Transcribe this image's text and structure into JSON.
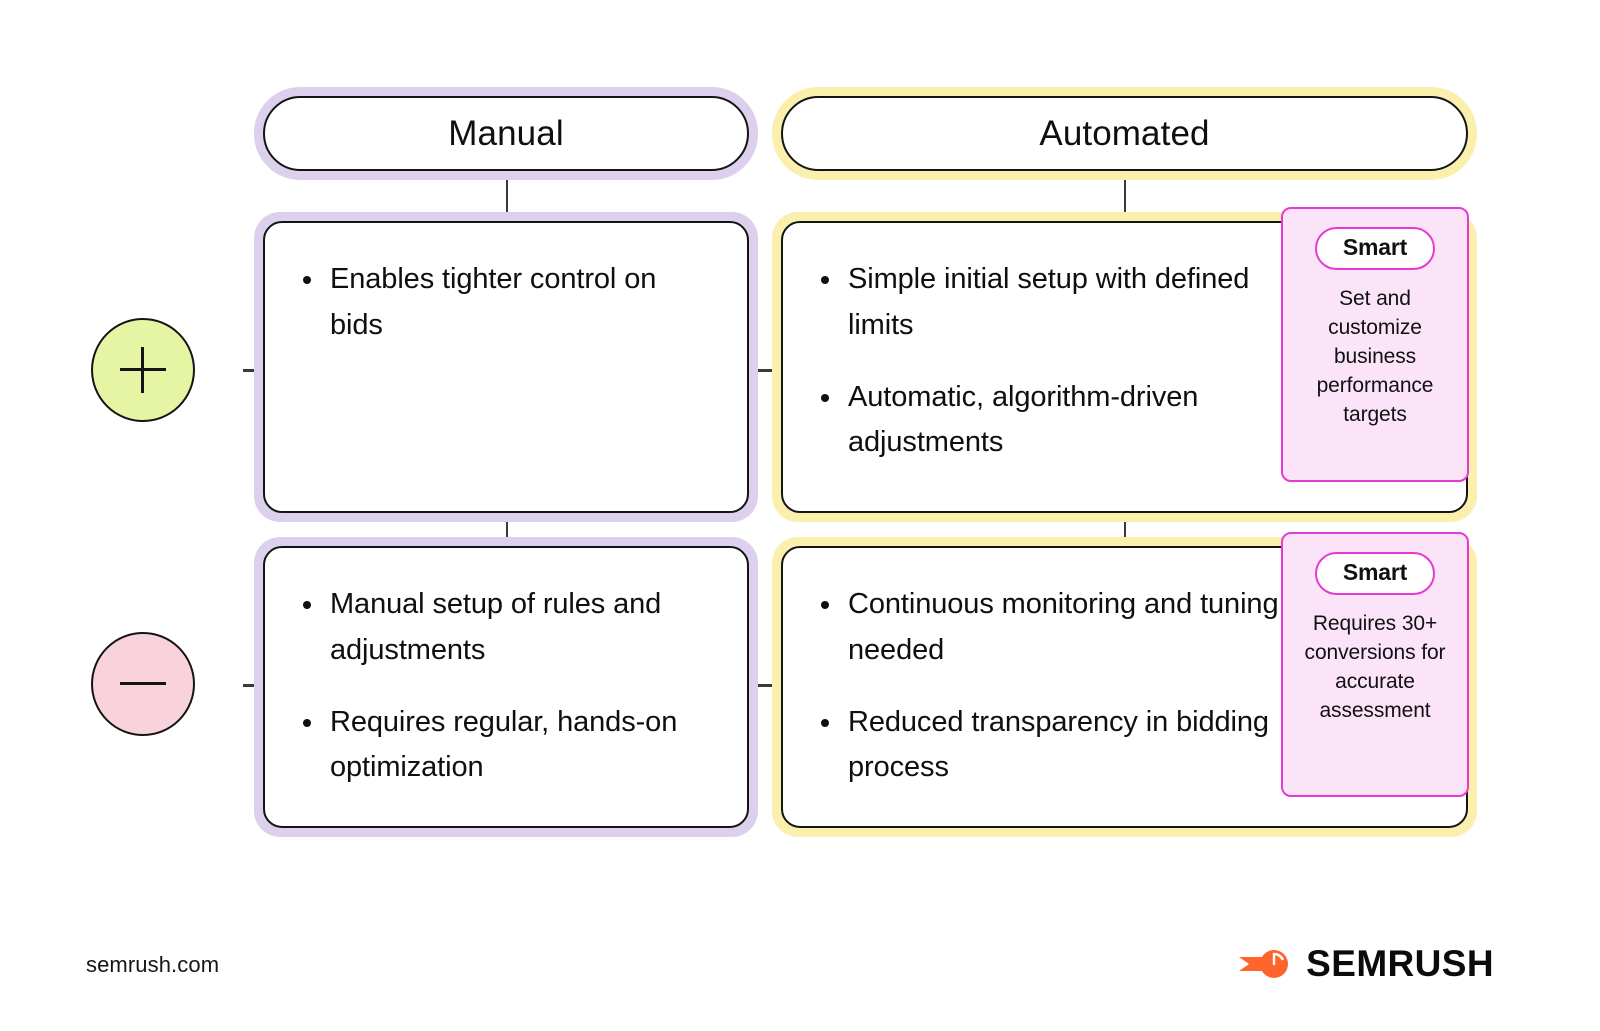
{
  "meta": {
    "graphic_title": "Manual vs Automated bidding comparison"
  },
  "columns": [
    {
      "id": "manual",
      "header": "Manual",
      "accent": "#DCD0EC"
    },
    {
      "id": "automated",
      "header": "Automated",
      "accent": "#FBEFAE"
    }
  ],
  "rows": [
    {
      "id": "pros",
      "sign": "+",
      "icon_name": "plus-icon",
      "color": "#E6F5A3"
    },
    {
      "id": "cons",
      "sign": "—",
      "icon_name": "minus-icon",
      "color": "#F9D3DC"
    }
  ],
  "cards": {
    "manual_pros": {
      "bullets": [
        "Enables tighter control on bids"
      ]
    },
    "automated_pros": {
      "bullets": [
        "Simple initial setup with defined limits",
        "Automatic, algorithm-driven adjustments"
      ],
      "smart": {
        "badge": "Smart",
        "text": "Set and customize business performance targets"
      }
    },
    "manual_cons": {
      "bullets": [
        "Manual setup of rules and adjustments",
        "Requires regular, hands-on optimization"
      ]
    },
    "automated_cons": {
      "bullets": [
        "Continuous monitoring and tuning needed",
        "Reduced transparency in bidding process"
      ],
      "smart": {
        "badge": "Smart",
        "text": "Requires 30+ conversions for accurate assessment"
      }
    }
  },
  "footer": {
    "url": "semrush.com",
    "brand": "SEMRUSH",
    "brand_color": "#FF642D"
  }
}
